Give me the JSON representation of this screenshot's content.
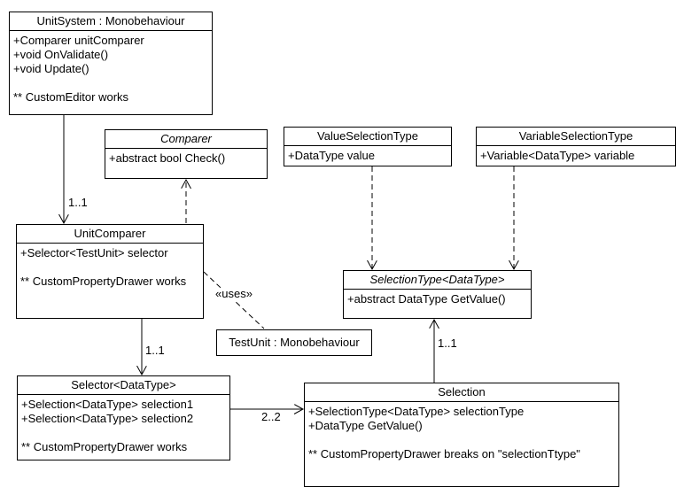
{
  "classes": {
    "unit_system": {
      "title": "UnitSystem : Monobehaviour",
      "members": [
        "+Comparer unitComparer",
        "+void OnValidate()",
        "+void Update()",
        "",
        "** CustomEditor works"
      ]
    },
    "comparer": {
      "title": "Comparer",
      "members": [
        "+abstract bool Check()"
      ]
    },
    "value_selection_type": {
      "title": "ValueSelectionType",
      "members": [
        "+DataType value"
      ]
    },
    "variable_selection_type": {
      "title": "VariableSelectionType",
      "members": [
        "+Variable<DataType> variable"
      ]
    },
    "unit_comparer": {
      "title": "UnitComparer",
      "members": [
        "+Selector<TestUnit> selector",
        "",
        "** CustomPropertyDrawer works"
      ]
    },
    "test_unit": {
      "title": "TestUnit : Monobehaviour"
    },
    "selection_type": {
      "title": "SelectionType<DataType>",
      "members": [
        "+abstract DataType GetValue()"
      ]
    },
    "selector": {
      "title": "Selector<DataType>",
      "members": [
        "+Selection<DataType> selection1",
        "+Selection<DataType> selection2",
        "",
        "** CustomPropertyDrawer works"
      ]
    },
    "selection": {
      "title": "Selection",
      "members": [
        "+SelectionType<DataType> selectionType",
        "+DataType GetValue()",
        "",
        "** CustomPropertyDrawer breaks on \"selectionTtype\""
      ]
    }
  },
  "edge_labels": {
    "uses": "«uses»",
    "unitsystem_to_unitcomparer": "1..1",
    "unitcomparer_to_selector": "1..1",
    "selection_to_selectiontype": "1..1",
    "selector_to_selection": "2..2"
  }
}
